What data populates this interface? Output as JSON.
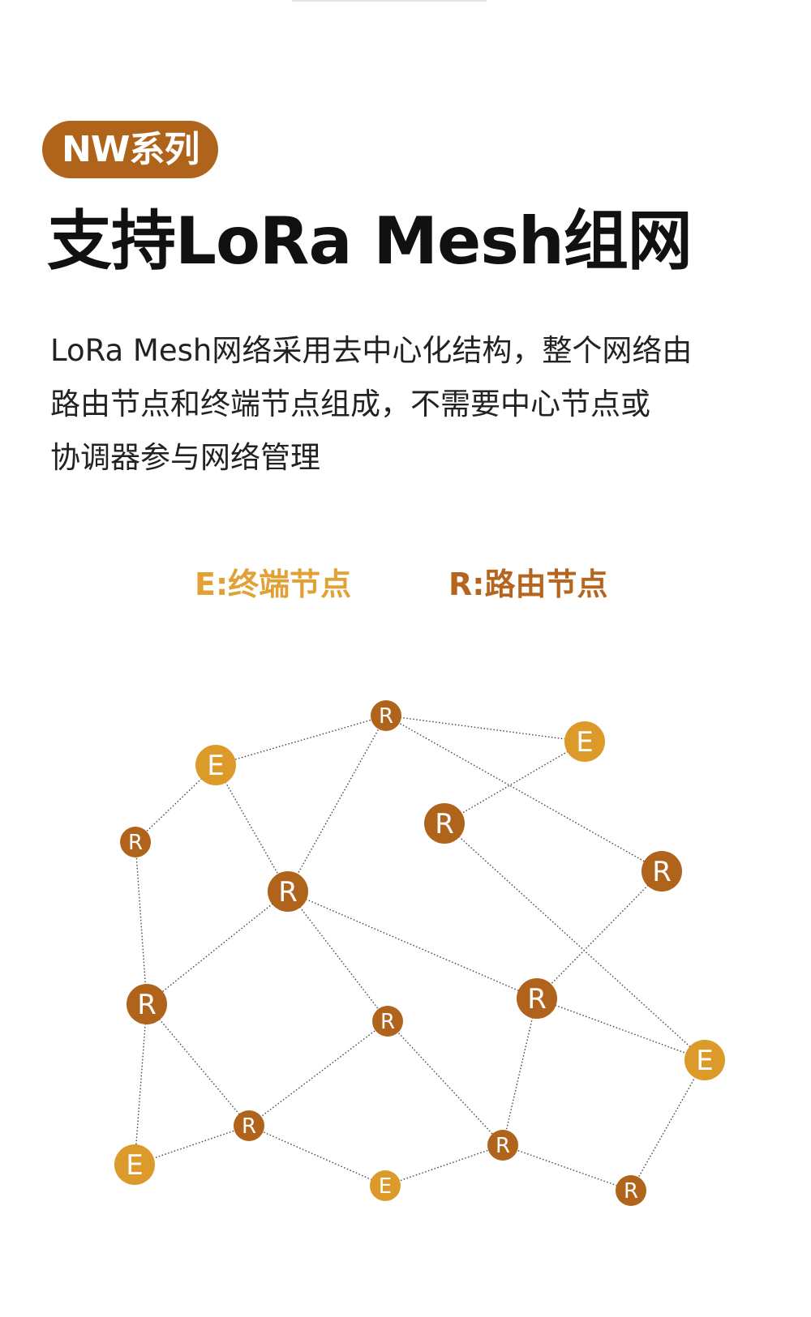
{
  "badge": "NW系列",
  "headline": "支持LoRa Mesh组网",
  "description": [
    "LoRa Mesh网络采用去中心化结构，整个网络由",
    "路由节点和终端节点组成，不需要中心节点或",
    "协调器参与网络管理"
  ],
  "legend": {
    "end_node": "E:终端节点",
    "router_node": "R:路由节点"
  },
  "colors": {
    "router": "#b0631a",
    "end_node": "#dc9a2a",
    "legend_end": "#e0a236",
    "legend_router": "#b5651d",
    "badge": "#b0631a"
  },
  "network": {
    "nodes": [
      {
        "id": "r1",
        "kind": "router",
        "label": "R",
        "size": "medium"
      },
      {
        "id": "e1",
        "kind": "end",
        "label": "E",
        "size": "large"
      },
      {
        "id": "r2",
        "kind": "router",
        "label": "R",
        "size": "medium"
      },
      {
        "id": "e2",
        "kind": "end",
        "label": "E",
        "size": "large"
      },
      {
        "id": "r3",
        "kind": "router",
        "label": "R",
        "size": "large"
      },
      {
        "id": "r4",
        "kind": "router",
        "label": "R",
        "size": "large"
      },
      {
        "id": "r5",
        "kind": "router",
        "label": "R",
        "size": "large"
      },
      {
        "id": "r6",
        "kind": "router",
        "label": "R",
        "size": "large"
      },
      {
        "id": "r7",
        "kind": "router",
        "label": "R",
        "size": "large"
      },
      {
        "id": "e3",
        "kind": "end",
        "label": "E",
        "size": "large"
      },
      {
        "id": "r8",
        "kind": "router",
        "label": "R",
        "size": "medium"
      },
      {
        "id": "r9",
        "kind": "router",
        "label": "R",
        "size": "medium"
      },
      {
        "id": "e4",
        "kind": "end",
        "label": "E",
        "size": "large"
      },
      {
        "id": "e5",
        "kind": "end",
        "label": "E",
        "size": "medium"
      },
      {
        "id": "r10",
        "kind": "router",
        "label": "R",
        "size": "medium"
      },
      {
        "id": "r11",
        "kind": "router",
        "label": "R",
        "size": "medium"
      }
    ],
    "links": [
      [
        "e2",
        "r1"
      ],
      [
        "r1",
        "e1"
      ],
      [
        "r1",
        "r4"
      ],
      [
        "r1",
        "r5"
      ],
      [
        "e1",
        "r2"
      ],
      [
        "e2",
        "r3"
      ],
      [
        "r2",
        "r6"
      ],
      [
        "r3",
        "e3"
      ],
      [
        "e1",
        "r4"
      ],
      [
        "r4",
        "r6"
      ],
      [
        "r4",
        "r7"
      ],
      [
        "r4",
        "r8"
      ],
      [
        "r5",
        "r7"
      ],
      [
        "r7",
        "e3"
      ],
      [
        "r7",
        "r10"
      ],
      [
        "r6",
        "e4"
      ],
      [
        "r6",
        "r9"
      ],
      [
        "r8",
        "r9"
      ],
      [
        "r8",
        "r10"
      ],
      [
        "r9",
        "e4"
      ],
      [
        "r9",
        "e5"
      ],
      [
        "e5",
        "r10"
      ],
      [
        "r10",
        "r11"
      ],
      [
        "r11",
        "e3"
      ]
    ]
  }
}
